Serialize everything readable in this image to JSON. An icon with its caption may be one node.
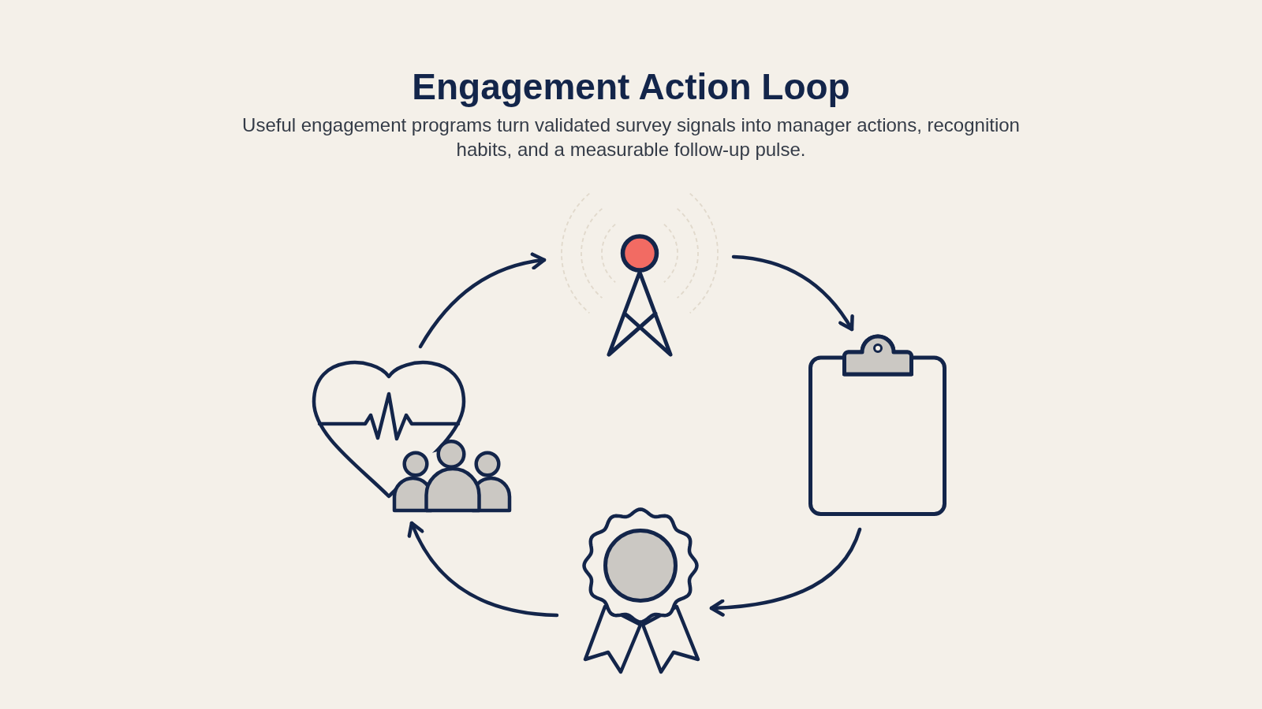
{
  "diagram": {
    "title": "Engagement Action Loop",
    "nodes": [
      {
        "text": [],
        "shape": "picture"
      },
      {
        "text": [],
        "shape": "picture"
      },
      {
        "text": [],
        "shape": "picture"
      },
      {
        "text": [],
        "shape": "picture"
      }
    ],
    "edges": [
      {
        "from": 0,
        "to": 2,
        "arrow": "to"
      },
      {
        "from": 2,
        "to": 3,
        "arrow": "to"
      },
      {
        "from": 3,
        "to": 1,
        "arrow": "to"
      },
      {
        "from": 1,
        "to": 0,
        "arrow": "to"
      }
    ],
    "labels": [
      "Useful engagement programs turn validated survey signals into manager actions, recognition habits, and a measurable follow-up pulse."
    ]
  }
}
